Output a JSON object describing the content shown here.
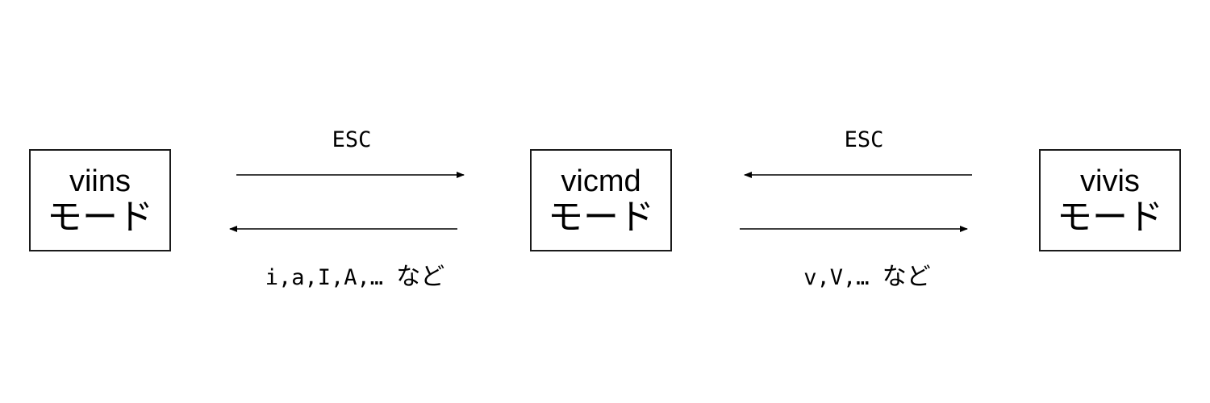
{
  "modes": {
    "viins": {
      "name": "viins",
      "suffix": "モード"
    },
    "vicmd": {
      "name": "vicmd",
      "suffix": "モード"
    },
    "vivis": {
      "name": "vivis",
      "suffix": "モード"
    }
  },
  "transitions": {
    "insert_to_cmd": {
      "label": "ESC"
    },
    "cmd_to_insert": {
      "keys": "i,a,I,A,…",
      "suffix": "など"
    },
    "visual_to_cmd": {
      "label": "ESC"
    },
    "cmd_to_visual": {
      "keys": "v,V,…",
      "suffix": "など"
    }
  },
  "colors": {
    "line": "#000000",
    "box_border": "#1a1a1a",
    "background": "#ffffff"
  }
}
